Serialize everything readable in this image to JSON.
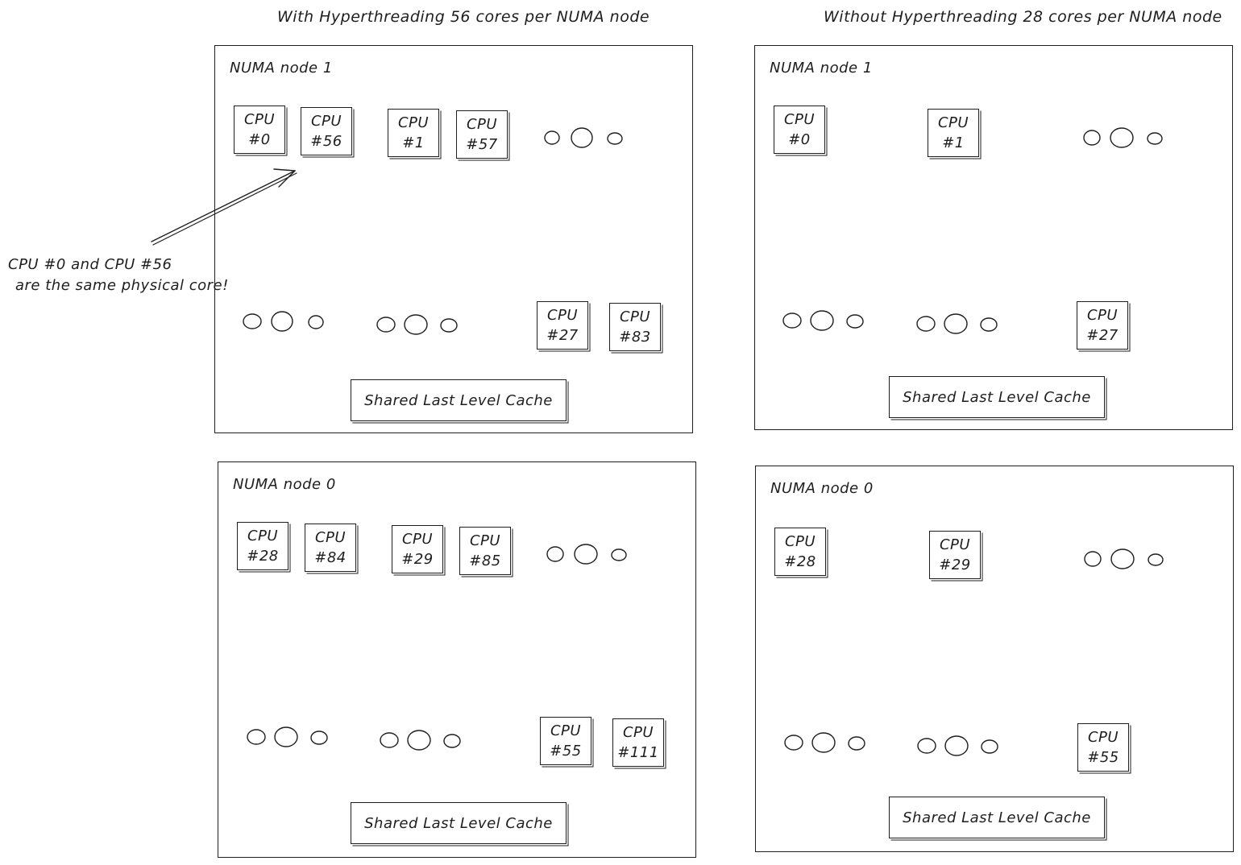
{
  "headings": {
    "left": "With Hyperthreading 56 cores per NUMA node",
    "right": "Without Hyperthreading 28 cores per NUMA node"
  },
  "panels": {
    "ht_node1": {
      "title": "NUMA node 1",
      "cpus": [
        {
          "label": "CPU",
          "id": "#0"
        },
        {
          "label": "CPU",
          "id": "#56"
        },
        {
          "label": "CPU",
          "id": "#1"
        },
        {
          "label": "CPU",
          "id": "#57"
        },
        {
          "label": "CPU",
          "id": "#27"
        },
        {
          "label": "CPU",
          "id": "#83"
        }
      ],
      "cache": "Shared Last Level Cache"
    },
    "ht_node0": {
      "title": "NUMA node 0",
      "cpus": [
        {
          "label": "CPU",
          "id": "#28"
        },
        {
          "label": "CPU",
          "id": "#84"
        },
        {
          "label": "CPU",
          "id": "#29"
        },
        {
          "label": "CPU",
          "id": "#85"
        },
        {
          "label": "CPU",
          "id": "#55"
        },
        {
          "label": "CPU",
          "id": "#111"
        }
      ],
      "cache": "Shared Last Level Cache"
    },
    "noht_node1": {
      "title": "NUMA node 1",
      "cpus": [
        {
          "label": "CPU",
          "id": "#0"
        },
        {
          "label": "CPU",
          "id": "#1"
        },
        {
          "label": "CPU",
          "id": "#27"
        }
      ],
      "cache": "Shared Last Level Cache"
    },
    "noht_node0": {
      "title": "NUMA node 0",
      "cpus": [
        {
          "label": "CPU",
          "id": "#28"
        },
        {
          "label": "CPU",
          "id": "#29"
        },
        {
          "label": "CPU",
          "id": "#55"
        }
      ],
      "cache": "Shared Last Level Cache"
    }
  },
  "annotation": {
    "line1": "CPU #0 and CPU #56",
    "line2": "are the same physical core!"
  }
}
